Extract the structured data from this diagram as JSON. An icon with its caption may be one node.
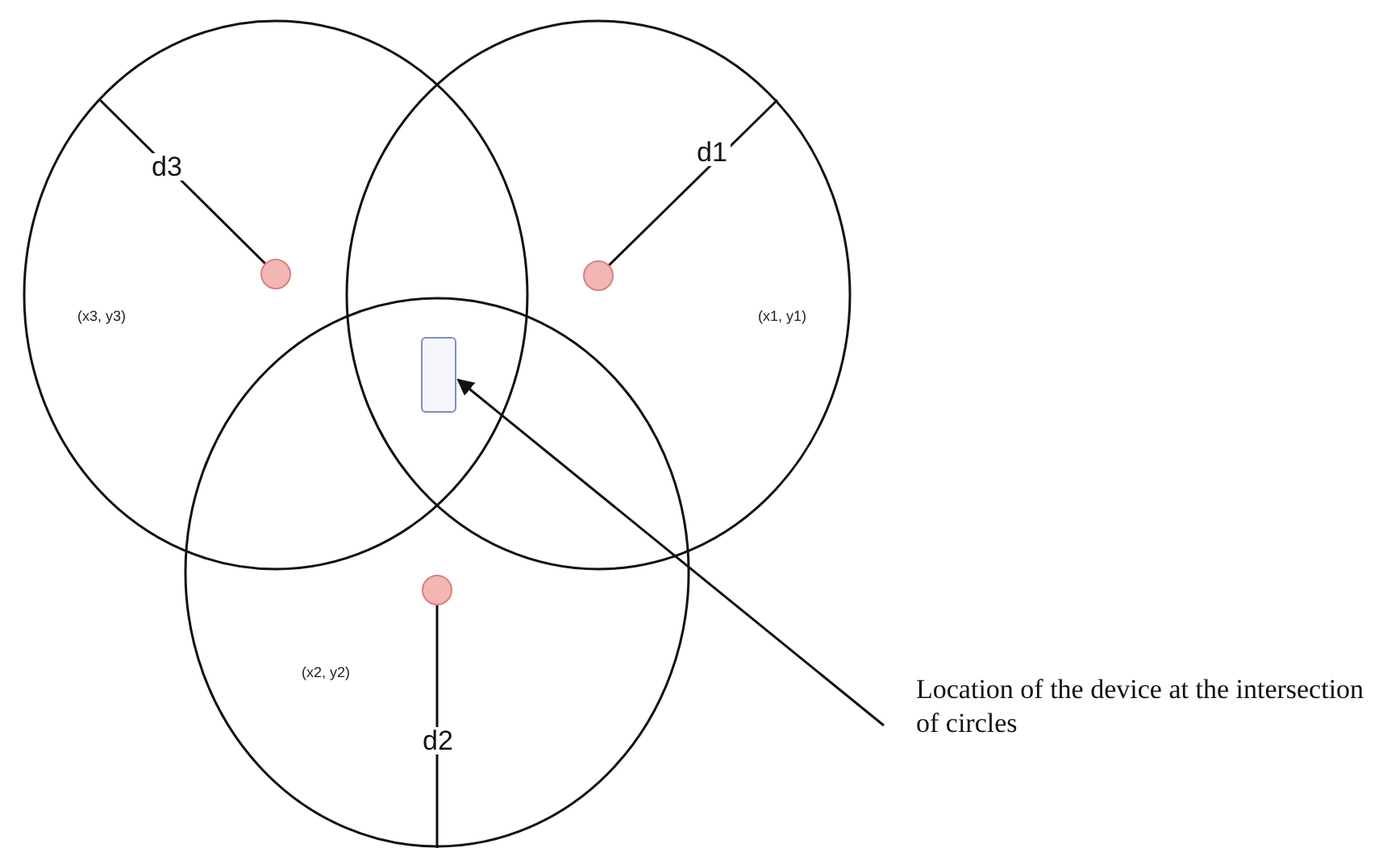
{
  "diagram": {
    "nodes": [
      {
        "text": [
          "(x3, y3)"
        ]
      },
      {
        "text": [
          "(x1, y1)"
        ]
      },
      {
        "text": [
          "(x2, y2)"
        ]
      },
      {
        "text": [],
        "shape": "box"
      },
      {
        "text": [
          "Location of the device at the intersection of circles"
        ]
      }
    ],
    "edges": [
      {
        "from": 4,
        "to": 3,
        "arrow": "to"
      }
    ],
    "labels": [
      "d3",
      "d1",
      "d2"
    ]
  }
}
